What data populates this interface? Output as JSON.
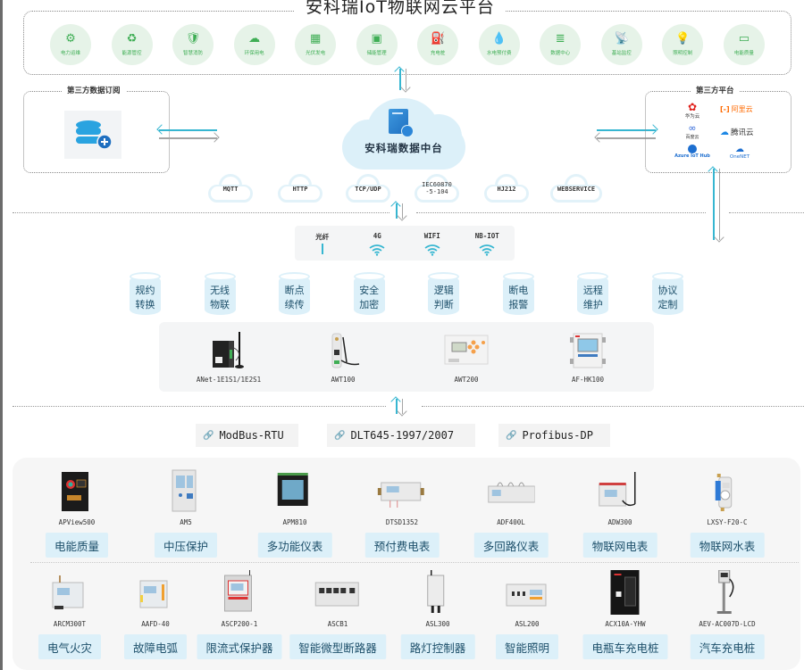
{
  "title": "安科瑞IoT物联网云平台",
  "apps": [
    {
      "label": "电力运维",
      "icon": "power-maintenance-icon",
      "glyph": "⚙"
    },
    {
      "label": "能源管控",
      "icon": "energy-control-icon",
      "glyph": "♻"
    },
    {
      "label": "智慧消防",
      "icon": "fire-protection-icon",
      "glyph": "🛡"
    },
    {
      "label": "环保用电",
      "icon": "eco-power-icon",
      "glyph": "☁"
    },
    {
      "label": "光伏发电",
      "icon": "solar-panel-icon",
      "glyph": "▦"
    },
    {
      "label": "储能管理",
      "icon": "energy-storage-icon",
      "glyph": "▣"
    },
    {
      "label": "充电桩",
      "icon": "charging-pile-icon",
      "glyph": "⛽"
    },
    {
      "label": "水电预付费",
      "icon": "water-drop-icon",
      "glyph": "💧"
    },
    {
      "label": "数据中心",
      "icon": "database-icon",
      "glyph": "≣"
    },
    {
      "label": "基站监控",
      "icon": "antenna-icon",
      "glyph": "📡"
    },
    {
      "label": "照明控制",
      "icon": "lightbulb-icon",
      "glyph": "💡"
    },
    {
      "label": "电能质量",
      "icon": "waveform-monitor-icon",
      "glyph": "▭"
    }
  ],
  "third_party_subscription": {
    "title": "第三方数据订阅"
  },
  "data_center": {
    "label": "安科瑞数据中台"
  },
  "third_party_platform": {
    "title": "第三方平台",
    "vendors": [
      {
        "name": "华为云",
        "color": "#e0201b"
      },
      {
        "name": "阿里云",
        "color": "#ff6a00"
      },
      {
        "name": "百度云",
        "color": "#2b64d8"
      },
      {
        "name": "腾讯云",
        "color": "#333333"
      },
      {
        "name": "Azure IoT Hub",
        "color": "#1e6fd0"
      },
      {
        "name": "OneNET",
        "color": "#1e6fd0"
      }
    ]
  },
  "protocols": [
    "MQTT",
    "HTTP",
    "TCP/UDP",
    "IEC60870\n-5-104",
    "HJ212",
    "WEBSERVICE"
  ],
  "protocol_iec_line1": "IEC60870",
  "protocol_iec_line2": "-5-104",
  "networks": [
    {
      "label": "光纤",
      "type": "fiber"
    },
    {
      "label": "4G",
      "type": "wireless"
    },
    {
      "label": "WIFI",
      "type": "wireless"
    },
    {
      "label": "NB-IOT",
      "type": "wireless"
    }
  ],
  "functions": [
    {
      "line1": "规约",
      "line2": "转换"
    },
    {
      "line1": "无线",
      "line2": "物联"
    },
    {
      "line1": "断点",
      "line2": "续传"
    },
    {
      "line1": "安全",
      "line2": "加密"
    },
    {
      "line1": "逻辑",
      "line2": "判断"
    },
    {
      "line1": "断电",
      "line2": "报警"
    },
    {
      "line1": "远程",
      "line2": "维护"
    },
    {
      "line1": "协议",
      "line2": "定制"
    }
  ],
  "gateways": [
    "ANet-1E1S1/1E2S1",
    "AWT100",
    "AWT200",
    "AF-HK100"
  ],
  "bus_protocols": [
    "ModBus-RTU",
    "DLT645-1997/2007",
    "Profibus-DP"
  ],
  "devices_row1": [
    {
      "model": "APView500",
      "category": "电能质量"
    },
    {
      "model": "AM5",
      "category": "中压保护"
    },
    {
      "model": "APM810",
      "category": "多功能仪表"
    },
    {
      "model": "DTSD1352",
      "category": "预付费电表"
    },
    {
      "model": "ADF400L",
      "category": "多回路仪表"
    },
    {
      "model": "ADW300",
      "category": "物联网电表"
    },
    {
      "model": "LXSY-F20-C",
      "category": "物联网水表"
    }
  ],
  "devices_row2": [
    {
      "model": "ARCM300T",
      "category": "电气火灾"
    },
    {
      "model": "AAFD-40",
      "category": "故障电弧"
    },
    {
      "model": "ASCP200-1",
      "category": "限流式保护器"
    },
    {
      "model": "ASCB1",
      "category": "智能微型断路器"
    },
    {
      "model": "ASL300",
      "category": "路灯控制器"
    },
    {
      "model": "ASL200",
      "category": "智能照明"
    },
    {
      "model": "ACX10A-YHW",
      "category": "电瓶车充电桩"
    },
    {
      "model": "AEV-AC007D-LCD",
      "category": "汽车充电桩"
    }
  ],
  "colors": {
    "accent_green": "#3fae55",
    "accent_cyan": "#36b6d1",
    "label_bg": "#dcf0f9",
    "panel_bg": "#f6f6f6"
  }
}
